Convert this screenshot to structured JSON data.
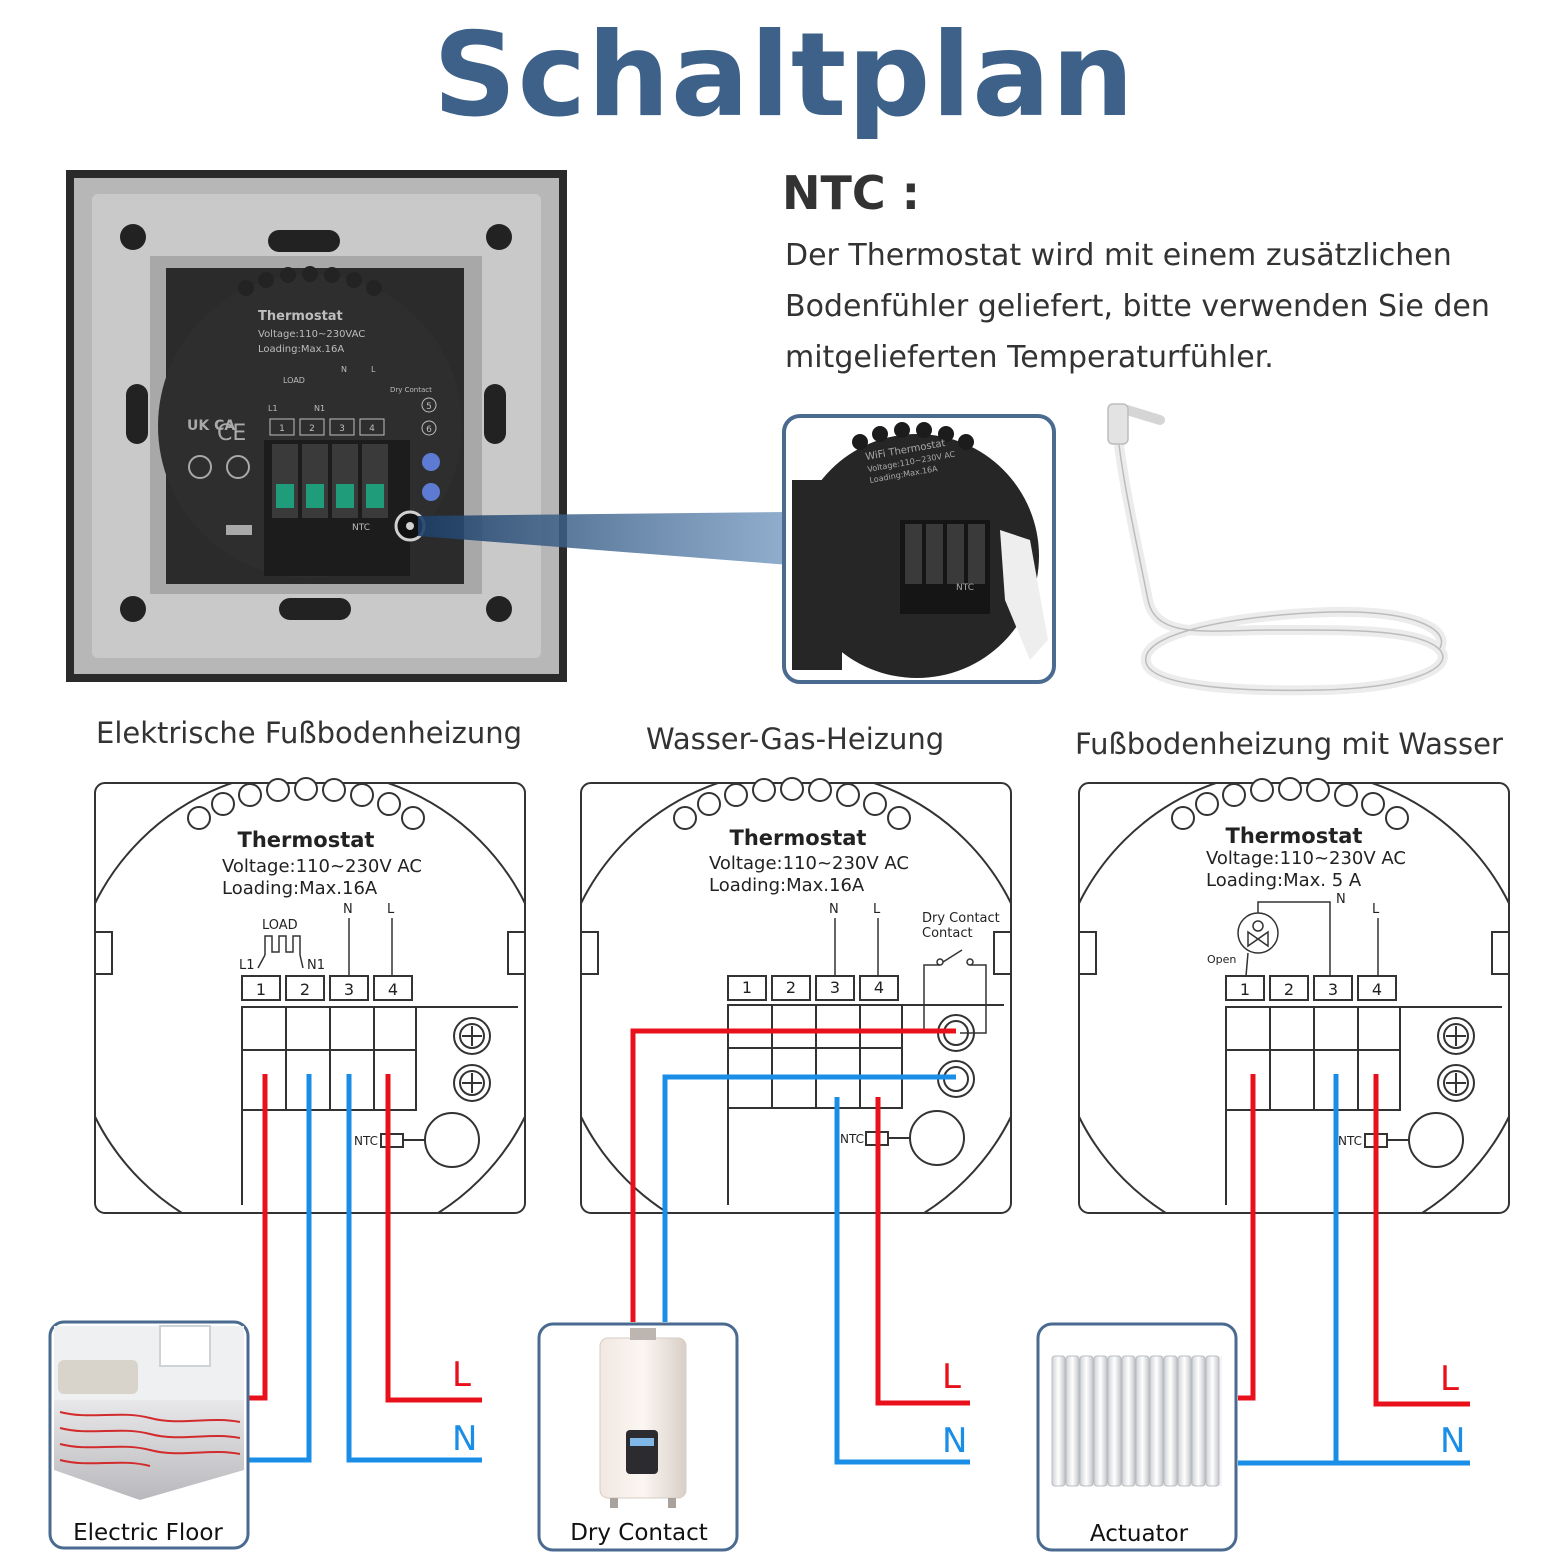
{
  "title": "Schaltplan",
  "ntc": {
    "heading": "NTC :",
    "description": "Der Thermostat wird mit einem zusätzlichen Bodenfühler geliefert, bitte verwenden Sie den mitgelieferten Temperaturfühler."
  },
  "photo_back": {
    "label_title": "Thermostat",
    "label_voltage": "Voltage:110~230VAC",
    "label_loading": "Loading:Max.16A",
    "load": "LOAD",
    "l1": "L1",
    "n1": "N1",
    "n": "N",
    "l": "L",
    "dry_contact": "Dry Contact",
    "terminals": [
      "1",
      "2",
      "3",
      "4"
    ],
    "extra_terminals": [
      "5",
      "6"
    ],
    "ntc": "NTC",
    "marks": [
      "UK CA",
      "CE"
    ]
  },
  "photo_zoom": {
    "label_title": "WiFi Thermostat",
    "label_voltage": "Voltage:110~230V AC",
    "label_loading": "Loading:Max.16A",
    "ntc": "NTC"
  },
  "sections": [
    {
      "heading": "Elektrische Fußbodenheizung",
      "title": "Thermostat",
      "voltage": "Voltage:110~230V AC",
      "loading": "Loading:Max.16A",
      "load": "LOAD",
      "l1": "L1",
      "n1": "N1",
      "n": "N",
      "l": "L",
      "terminals": [
        "1",
        "2",
        "3",
        "4"
      ],
      "ntc": "NTC",
      "device": "Electric Floor",
      "line_l": "L",
      "line_n": "N"
    },
    {
      "heading": "Wasser-Gas-Heizung",
      "title": "Thermostat",
      "voltage": "Voltage:110~230V AC",
      "loading": "Loading:Max.16A",
      "n": "N",
      "l": "L",
      "dry": "Dry Contact",
      "contact": "Contact",
      "terminals": [
        "1",
        "2",
        "3",
        "4"
      ],
      "ntc": "NTC",
      "device": "Dry Contact",
      "line_l": "L",
      "line_n": "N"
    },
    {
      "heading": "Fußbodenheizung mit Wasser",
      "title": "Thermostat",
      "voltage": "Voltage:110~230V AC",
      "loading": "Loading:Max. 5 A",
      "n": "N",
      "l": "L",
      "open": "Open",
      "terminals": [
        "1",
        "2",
        "3",
        "4"
      ],
      "ntc": "NTC",
      "device": "Actuator",
      "line_l": "L",
      "line_n": "N"
    }
  ],
  "colors": {
    "title": "#3d6189",
    "wire_live": "#e8101a",
    "wire_neutral": "#1a8de6",
    "frame_border": "#4a6a90"
  }
}
